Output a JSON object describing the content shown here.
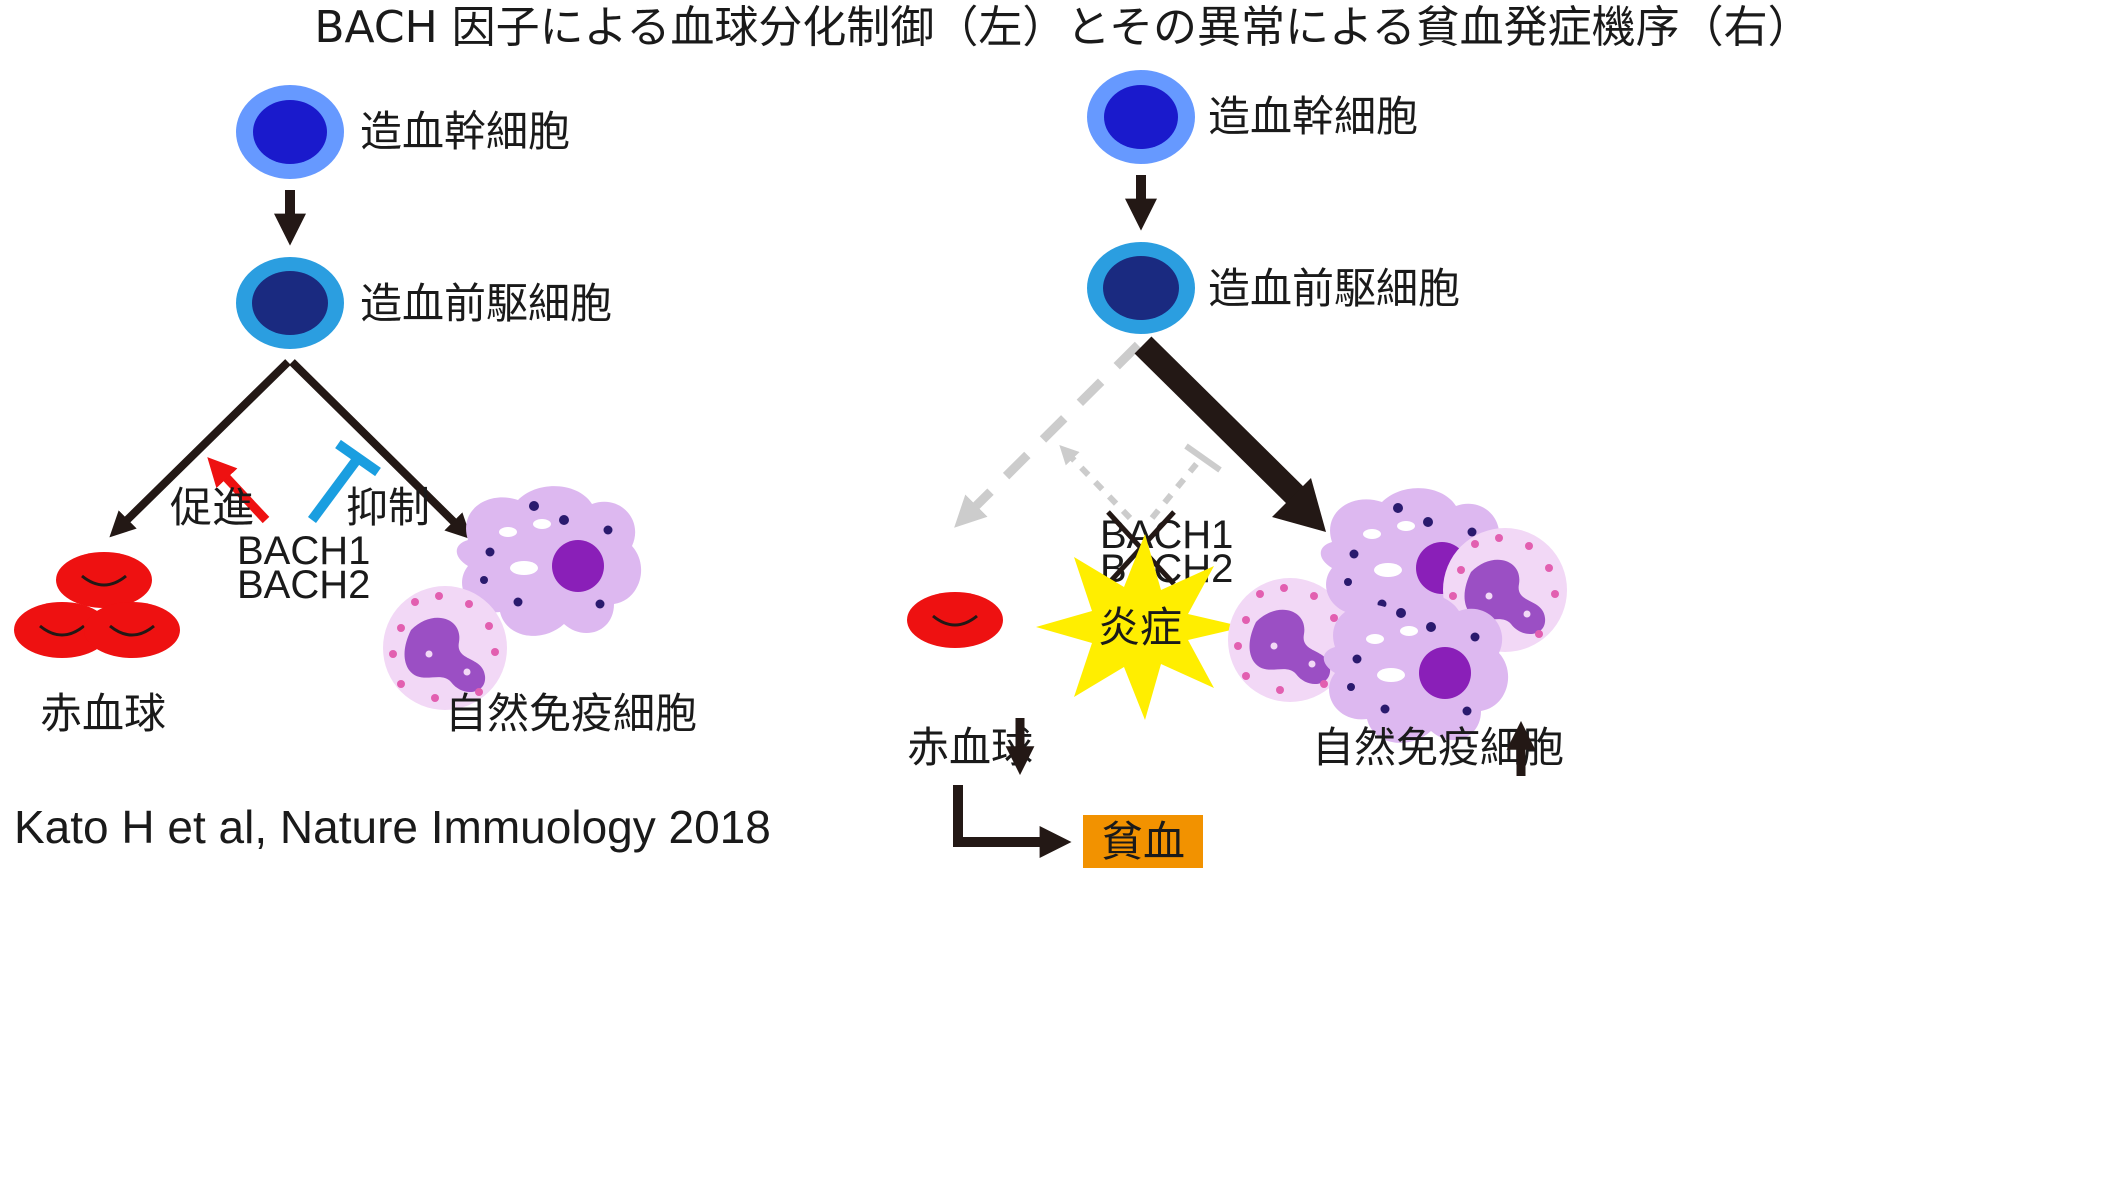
{
  "title": "BACH 因子による血球分化制御（左）とその異常による貧血発症機序（右）",
  "left": {
    "hsc_label": "造血幹細胞",
    "progenitor_label": "造血前駆細胞",
    "promote_label": "促進",
    "suppress_label": "抑制",
    "bach1": "BACH1",
    "bach2": "BACH2",
    "erythrocyte_label": "赤血球",
    "innate_label": "自然免疫細胞",
    "citation": "Kato H et al, Nature Immuology 2018"
  },
  "right": {
    "hsc_label": "造血幹細胞",
    "progenitor_label": "造血前駆細胞",
    "bach1": "BACH1",
    "bach2": "BACH2",
    "inflammation_label": "炎症",
    "erythrocyte_label": "赤血球",
    "innate_label": "自然免疫細胞",
    "anemia_label": "貧血"
  },
  "colors": {
    "hsc_outer": "#6699ff",
    "hsc_inner": "#1a1acc",
    "prog_outer": "#2b9ee0",
    "prog_inner": "#1a2a80",
    "rbc": "#ee1111",
    "promote_arrow": "#ee1111",
    "suppress_arrow": "#1a9ee0",
    "innate_cell": "#ddb8f0",
    "inflammation": "#ffee00",
    "anemia_box": "#f29200",
    "arrow": "#231815",
    "lost_path": "#cccccc"
  }
}
